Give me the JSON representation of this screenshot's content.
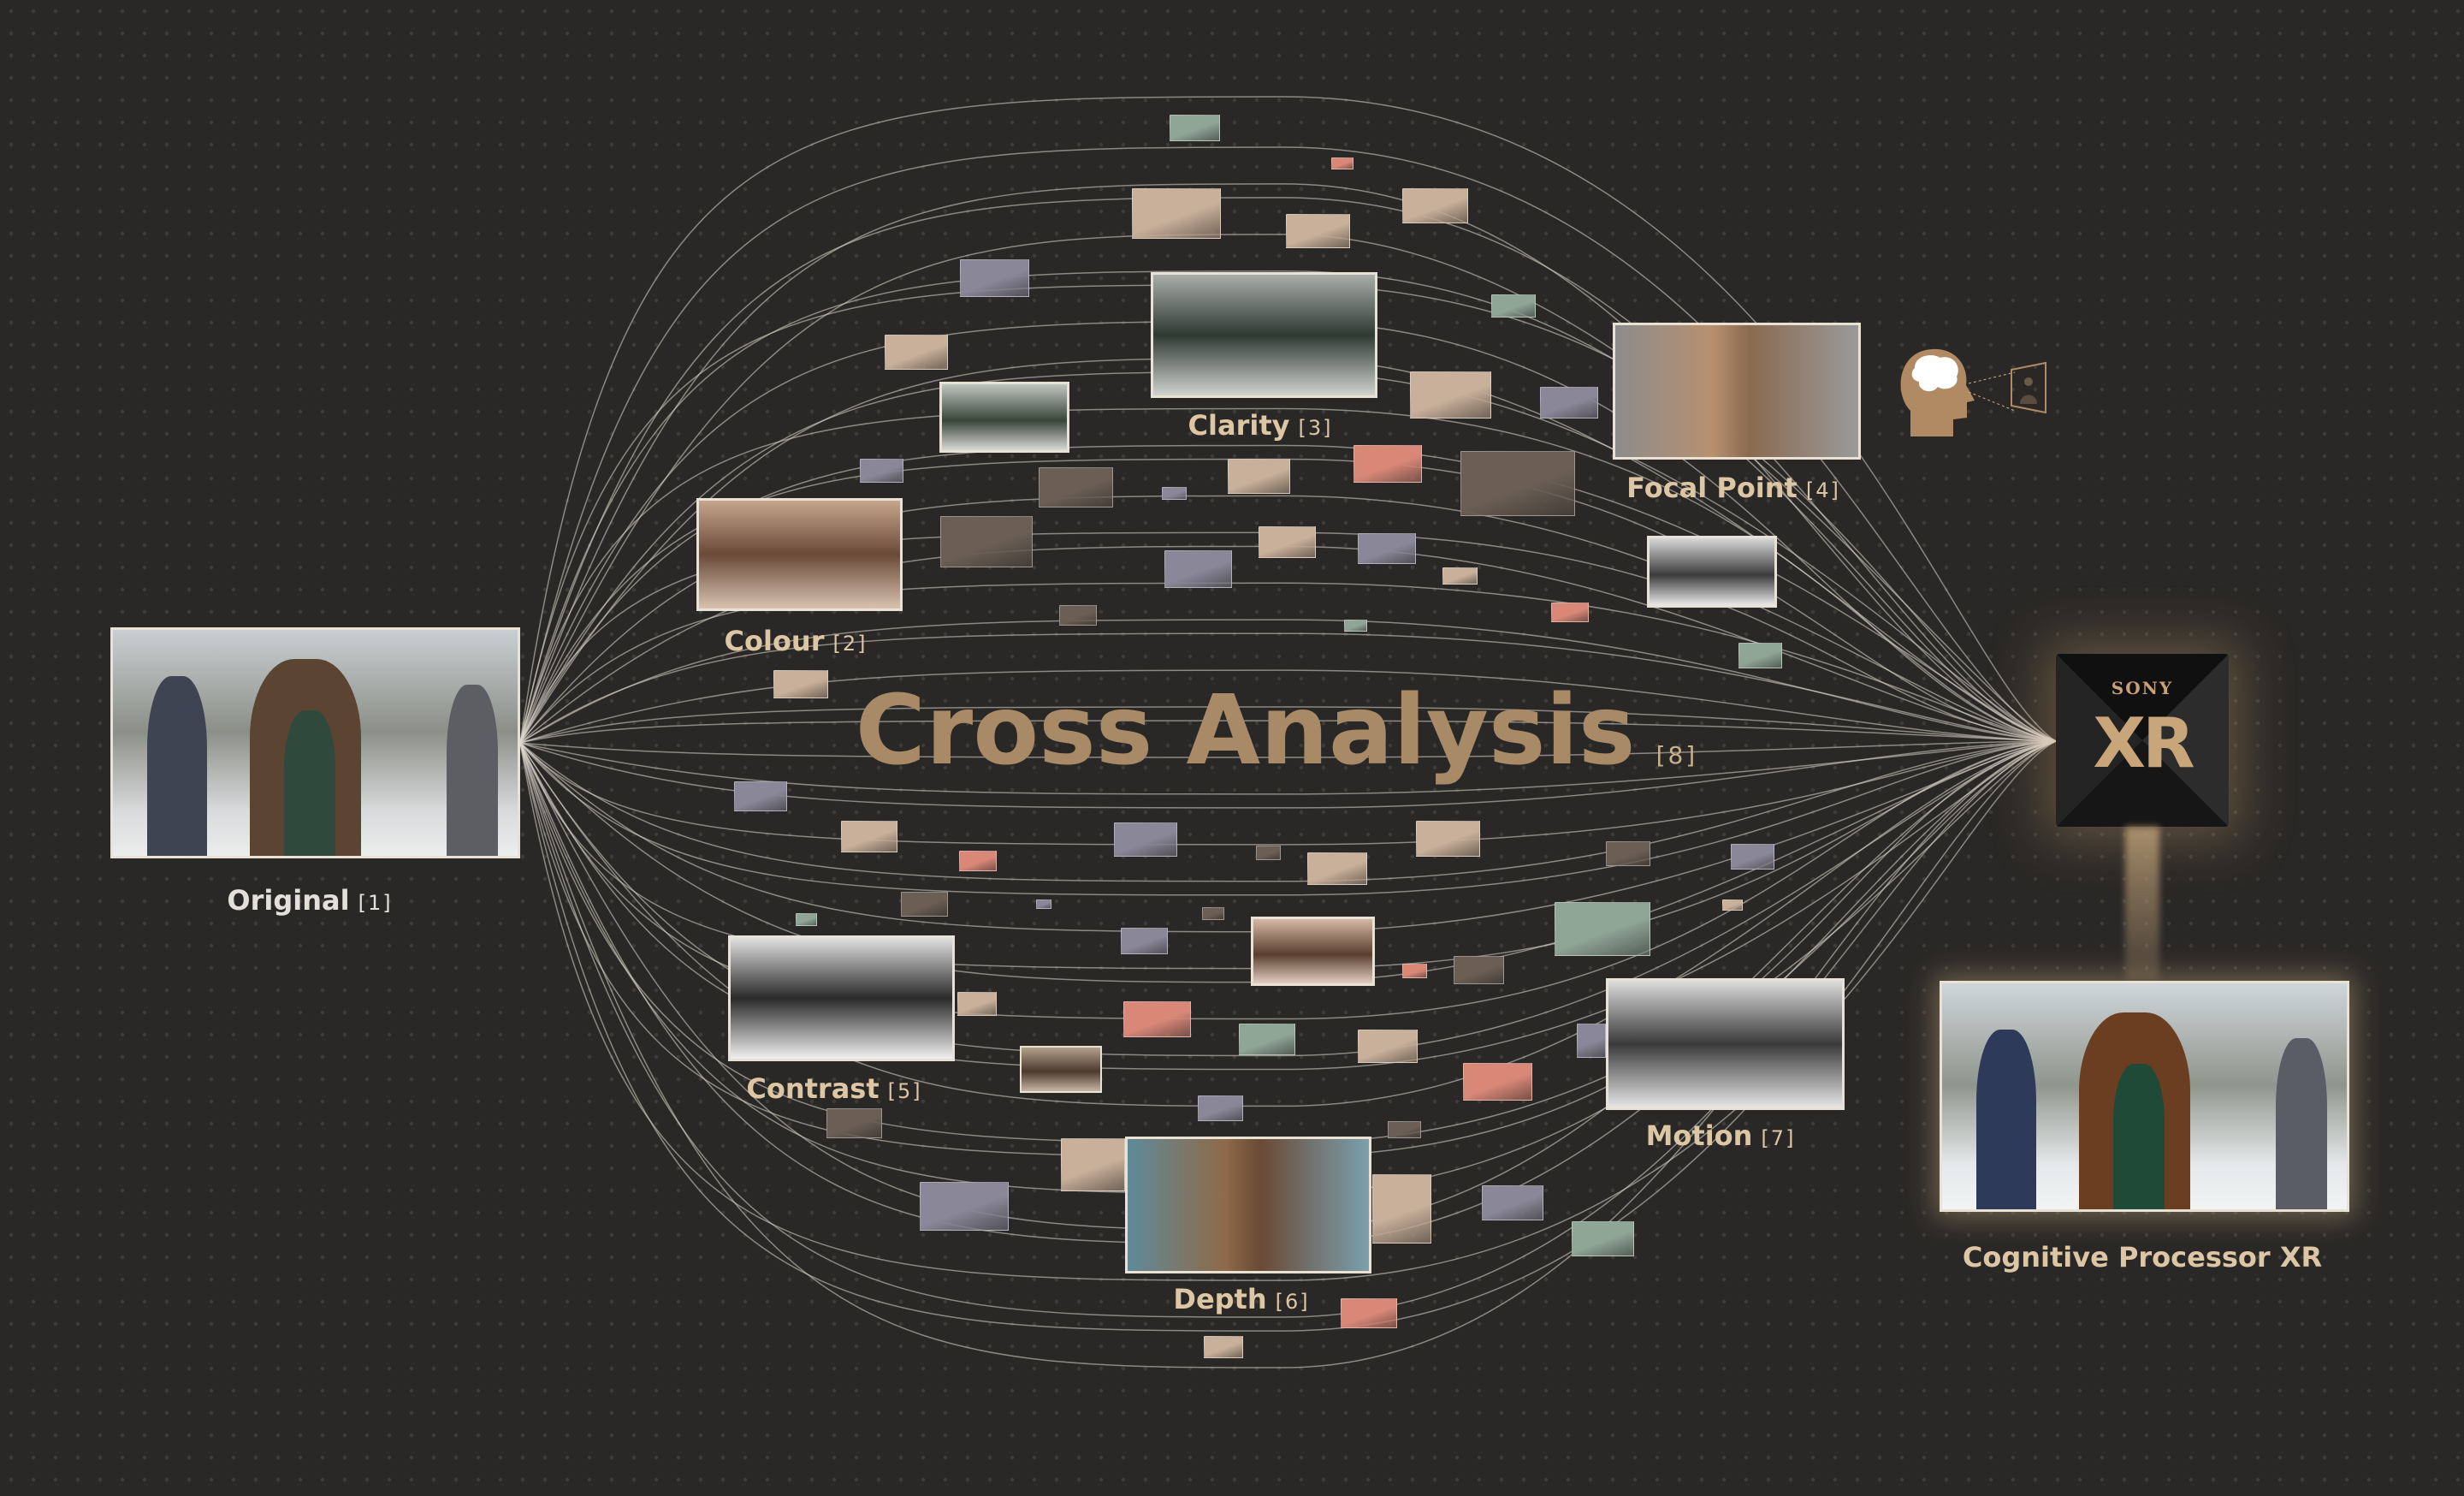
{
  "title": {
    "text": "Cross Analysis",
    "num": "[8]"
  },
  "nodes": {
    "original": {
      "label": "Original",
      "num": "[1]"
    },
    "colour": {
      "label": "Colour",
      "num": "[2]"
    },
    "clarity": {
      "label": "Clarity",
      "num": "[3]"
    },
    "focal": {
      "label": "Focal Point",
      "num": "[4]"
    },
    "contrast": {
      "label": "Contrast",
      "num": "[5]"
    },
    "depth": {
      "label": "Depth",
      "num": "[6]"
    },
    "motion": {
      "label": "Motion",
      "num": "[7]"
    },
    "output": {
      "label": "Cognitive Processor XR"
    }
  },
  "chip": {
    "brand": "SONY",
    "logo": "XR"
  },
  "colors": {
    "tan": "#c9b09a",
    "lavender": "#8a8898",
    "salmon": "#d98878",
    "sage": "#8fa596",
    "dark": "#6b5f55",
    "accent": "#a88a66"
  }
}
